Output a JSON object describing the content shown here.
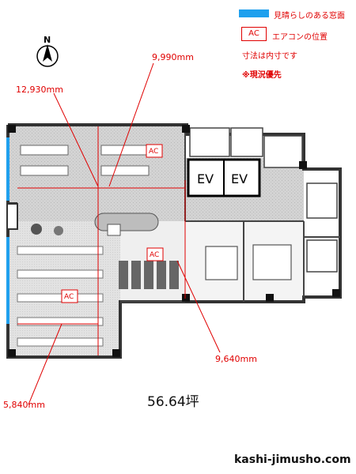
{
  "legend": {
    "view_window": "見晴らしのある窓面",
    "ac_box": "AC",
    "ac_position": "エアコンの位置",
    "dimension_note": "寸法は内寸です",
    "priority_note": "※現況優先"
  },
  "compass": {
    "label": "N"
  },
  "dimensions": [
    {
      "id": "dim-9990",
      "label": "9,990mm"
    },
    {
      "id": "dim-12930",
      "label": "12,930mm"
    },
    {
      "id": "dim-9640",
      "label": "9,640mm"
    },
    {
      "id": "dim-5840",
      "label": "5,840mm"
    }
  ],
  "ac_units": [
    "AC",
    "AC",
    "AC"
  ],
  "elevators": [
    "EV",
    "EV"
  ],
  "area": "56.64坪",
  "site": "kashi-jimusho.com",
  "colors": {
    "window": "#1fa0ee",
    "accent": "#e00000"
  }
}
